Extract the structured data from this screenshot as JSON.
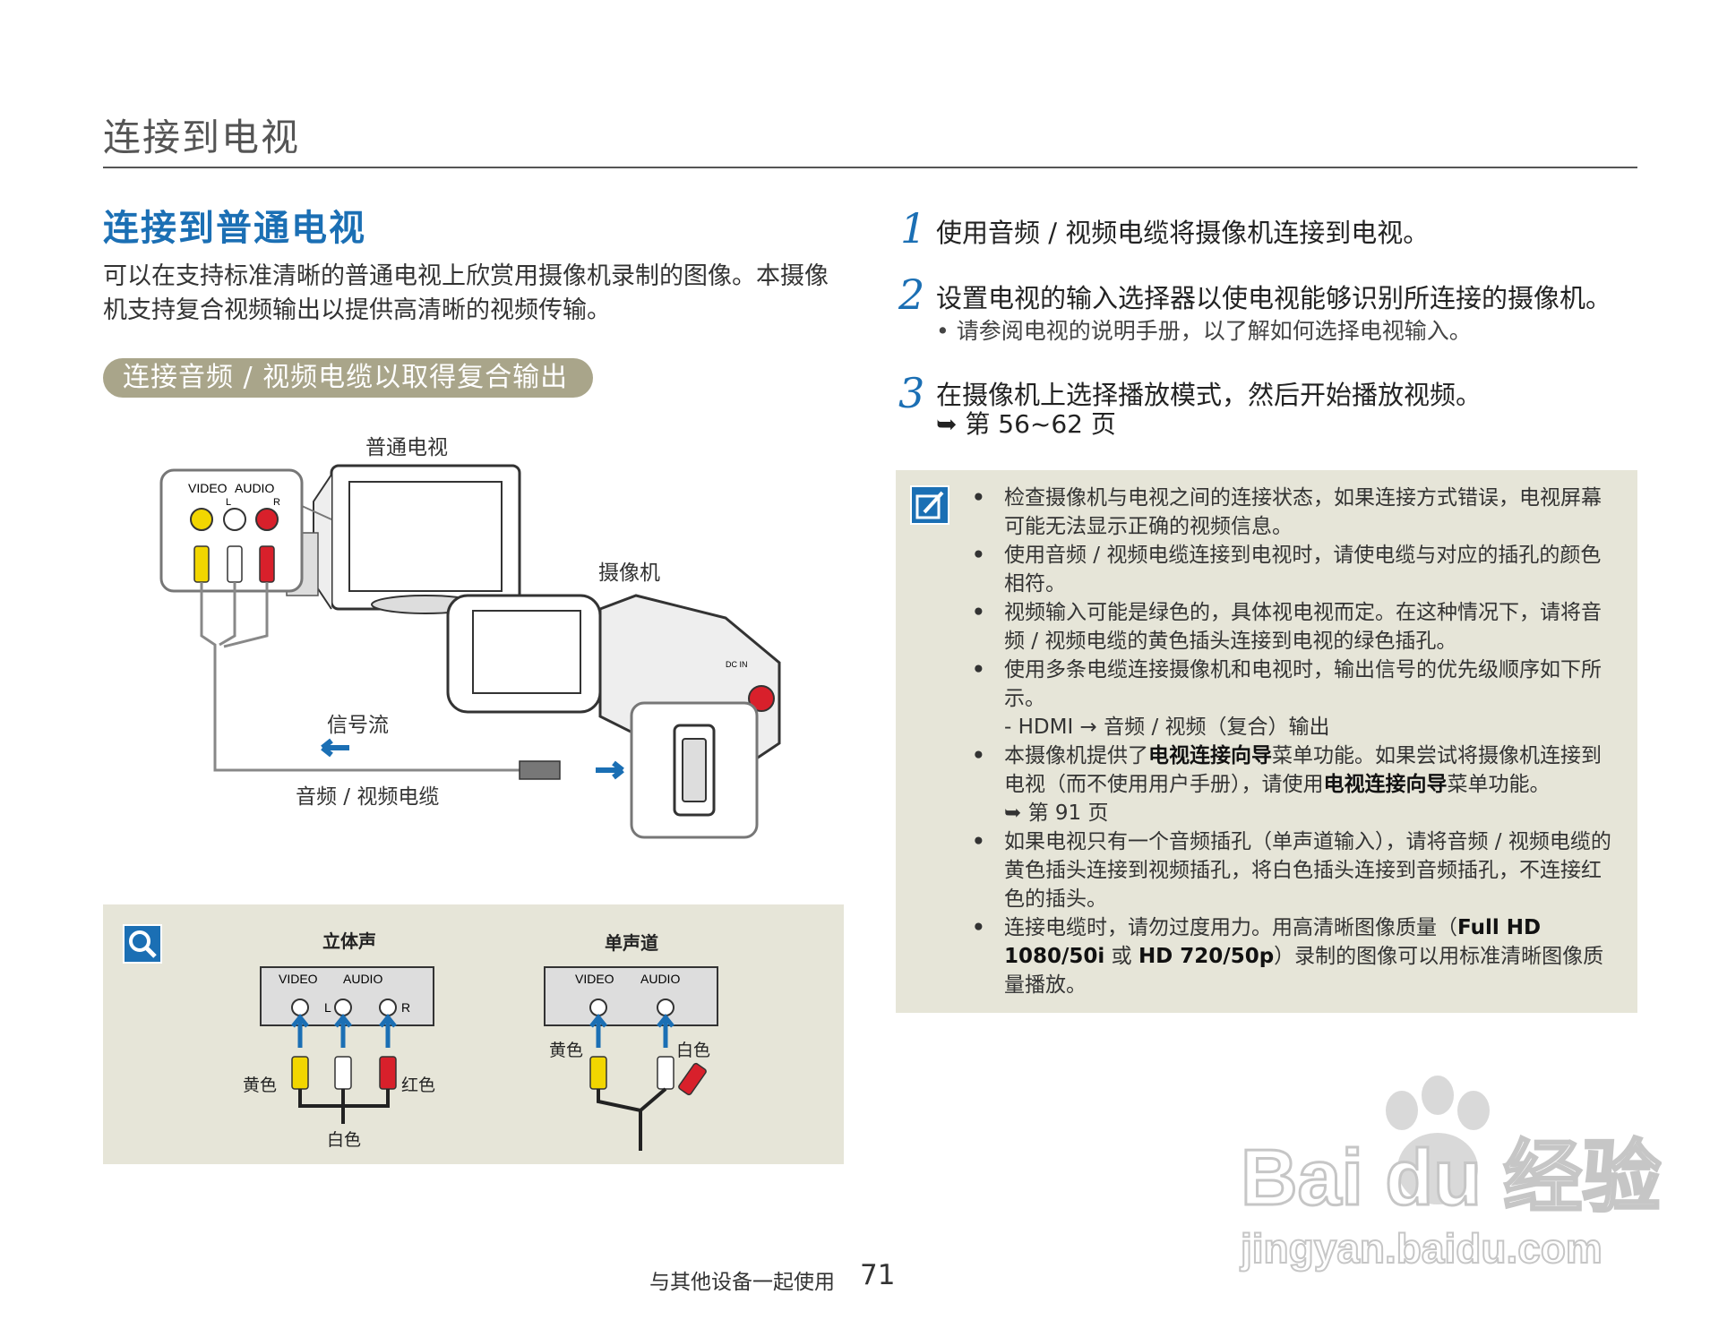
{
  "header": {
    "title": "连接到电视"
  },
  "section": {
    "title": "连接到普通电视",
    "intro": "可以在支持标准清晰的普通电视上欣赏用摄像机录制的图像。本摄像机支持复合视频输出以提供高清晰的视频传输。",
    "subsection_pill": "连接音频 / 视频电缆以取得复合输出"
  },
  "diagram": {
    "tv_label": "普通电视",
    "camcorder_label": "摄像机",
    "signal_label": "信号流",
    "cable_label": "音频 / 视频电缆",
    "jack_video": "VIDEO",
    "jack_audio": "AUDIO",
    "jack_l": "L",
    "jack_r": "R",
    "cam_port": "DC IN"
  },
  "steps": [
    {
      "num": "1",
      "text": "使用音频 / 视频电缆将摄像机连接到电视。"
    },
    {
      "num": "2",
      "text": "设置电视的输入选择器以使电视能够识别所连接的摄像机。",
      "sub": "•  请参阅电视的说明手册，以了解如何选择电视输入。"
    },
    {
      "num": "3",
      "text": "在摄像机上选择播放模式，然后开始播放视频。",
      "ref": "➥ 第 56~62 页"
    }
  ],
  "notes": {
    "icon": "note-pencil-icon",
    "items": [
      {
        "text": "检查摄像机与电视之间的连接状态，如果连接方式错误，电视屏幕可能无法显示正确的视频信息。"
      },
      {
        "text": "使用音频 / 视频电缆连接到电视时，请使电缆与对应的插孔的颜色相符。"
      },
      {
        "text": "视频输入可能是绿色的，具体视电视而定。在这种情况下，请将音频 / 视频电缆的黄色插头连接到电视的绿色插孔。"
      },
      {
        "text": "使用多条电缆连接摄像机和电视时，输出信号的优先级顺序如下所示。",
        "sub": "- HDMI → 音频 / 视频（复合）输出"
      },
      {
        "pre": "本摄像机提供了",
        "bold1": "电视连接向导",
        "mid": "菜单功能。如果尝试将摄像机连接到电视（而不使用用户手册），请使用",
        "bold2": "电视连接向导",
        "post": "菜单功能。",
        "ref": "➥ 第 91 页"
      },
      {
        "text": "如果电视只有一个音频插孔（单声道输入），请将音频 / 视频电缆的黄色插头连接到视频插孔，将白色插头连接到音频插孔，不连接红色的插头。"
      },
      {
        "pre": "连接电缆时，请勿过度用力。用高清晰图像质量（",
        "bold1": "Full HD 1080/50i",
        "mid": " 或 ",
        "bold2": "HD 720/50p",
        "post": "）录制的图像可以用标准清晰图像质量播放。"
      }
    ]
  },
  "tip": {
    "icon": "magnifier-icon",
    "stereo_title": "立体声",
    "mono_title": "单声道",
    "video": "VIDEO",
    "audio": "AUDIO",
    "l": "L",
    "r": "R",
    "yellow": "黄色",
    "red": "红色",
    "white": "白色"
  },
  "footer": {
    "section_text": "与其他设备一起使用",
    "page_number": "71"
  },
  "watermark": {
    "brand": "Bai du 经验",
    "url": "jingyan.baidu.com"
  },
  "colors": {
    "accent_blue": "#1b6fb4",
    "pill": "#a9a58a",
    "box_bg": "#e6e5d8",
    "plug_yellow": "#f2d600",
    "plug_red": "#d8202b"
  }
}
